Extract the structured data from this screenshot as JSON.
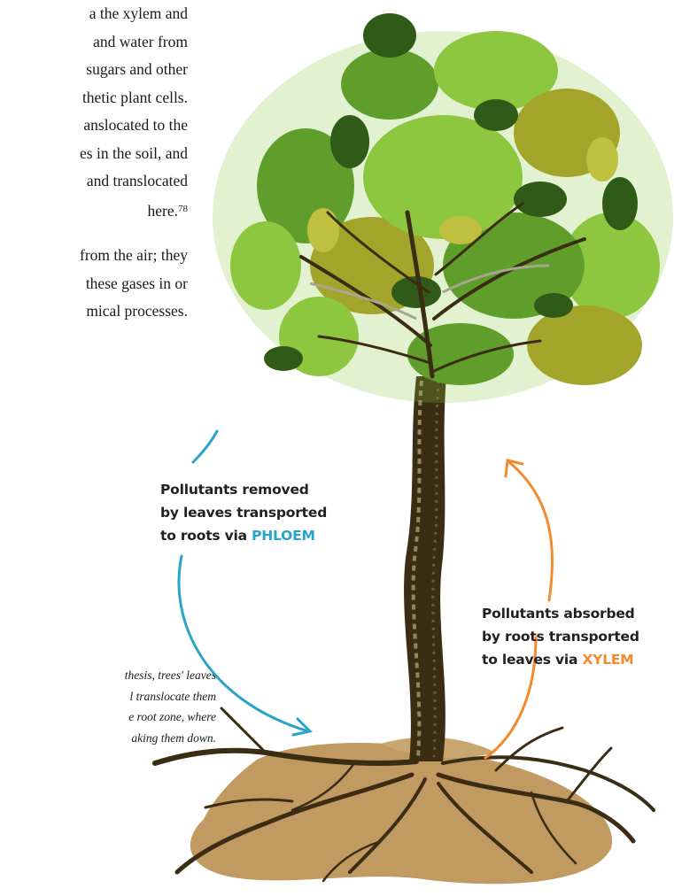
{
  "body_text": {
    "paragraph1": [
      "a the xylem and",
      "and water from",
      "sugars and other",
      "thetic plant cells.",
      "anslocated to the",
      "es in the soil, and",
      "and translocated",
      "here."
    ],
    "footnote_ref": "78",
    "paragraph2": [
      "from the air; they",
      "these gases in or",
      "mical processes."
    ]
  },
  "caption": [
    "thesis, trees' leaves",
    "l translocate them",
    "e root zone, where",
    "aking them down."
  ],
  "labels": {
    "phloem": {
      "lines": [
        "Pollutants removed",
        "by leaves transported"
      ],
      "prefix": "to roots via ",
      "highlight": "PHLOEM"
    },
    "xylem": {
      "lines": [
        "Pollutants absorbed",
        "by roots transported"
      ],
      "prefix": "to leaves via ",
      "highlight": "XYLEM"
    }
  },
  "colors": {
    "phloem": "#29a3c7",
    "xylem": "#f28a2e",
    "soil": "#c09a61",
    "trunk": "#3b2c14",
    "leaf_light": "#8dc63f",
    "leaf_mid": "#5f9e2a",
    "leaf_dark": "#2f5a18",
    "leaf_olive": "#a3a52a"
  }
}
